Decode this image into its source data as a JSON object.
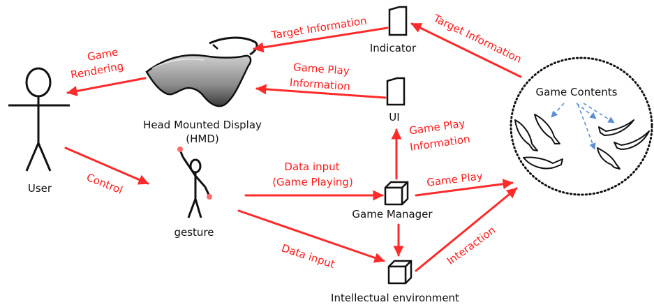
{
  "colors": {
    "flow_arrow": "#ff2a2a",
    "label_red": "#ff1a1a",
    "label_black": "#111111",
    "dashed_arrow": "#5b8fd6",
    "outline": "#111111"
  },
  "nodes": {
    "user": "User",
    "hmd_line1": "Head Mounted Display",
    "hmd_line2": "(HMD)",
    "indicator": "Indicator",
    "ui": "UI",
    "gesture": "gesture",
    "game_manager": "Game Manager",
    "intellectual_env": "Intellectual environment",
    "game_contents": "Game Contents"
  },
  "edges": {
    "target_info_left": "Target Information",
    "target_info_right": "Target Information",
    "game_rendering_1": "Game",
    "game_rendering_2": "Rendering",
    "game_play_info_hmd_1": "Game Play",
    "game_play_info_hmd_2": "Information",
    "game_play_info_ui_1": "Game Play",
    "game_play_info_ui_2": "Information",
    "control": "Control",
    "data_input_game_1": "Data input",
    "data_input_game_2": "(Game Playing)",
    "game_play": "Game Play",
    "data_input": "Data input",
    "interaction": "Interaction"
  },
  "icons": {
    "user": "stick-figure-icon",
    "hmd": "goggles-icon",
    "indicator": "document-icon",
    "ui": "document-icon",
    "gesture": "gesture-figure-icon",
    "game_manager": "cube-icon",
    "intellectual_env": "cube-icon",
    "fish": "fish-icon"
  }
}
